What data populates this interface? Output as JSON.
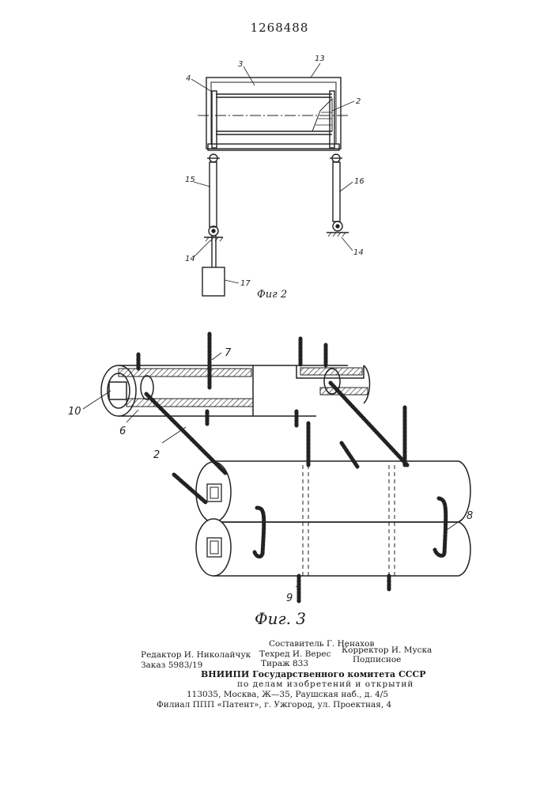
{
  "patent_number": "1268488",
  "figure2": {
    "caption": "Фиг 2",
    "labels": {
      "l13": "13",
      "l3": "3",
      "l4": "4",
      "l2": "2",
      "l15": "15",
      "l16": "16",
      "l14a": "14",
      "l14b": "14",
      "l17": "17"
    }
  },
  "figure3": {
    "caption": "Фиг. 3",
    "labels": {
      "l7": "7",
      "l10": "10",
      "l6": "6",
      "l2": "2",
      "l8": "8",
      "l9": "9"
    }
  },
  "colophon": {
    "compiler": "Составитель Г. Ненахов",
    "editor": "Редактор И. Николайчук",
    "techred": "Техред И. Верес",
    "corrector": "Корректор И. Муска",
    "order": "Заказ 5983/19",
    "circulation": "Тираж 833",
    "subscription": "Подписное",
    "line1": "ВНИИПИ Государственного комитета СССР",
    "line2": "по делам изобретений и открытий",
    "line3": "113035, Москва, Ж—35, Раушская наб., д. 4/5",
    "line4": "Филиал ППП «Патент», г. Ужгород, ул. Проектная, 4"
  }
}
